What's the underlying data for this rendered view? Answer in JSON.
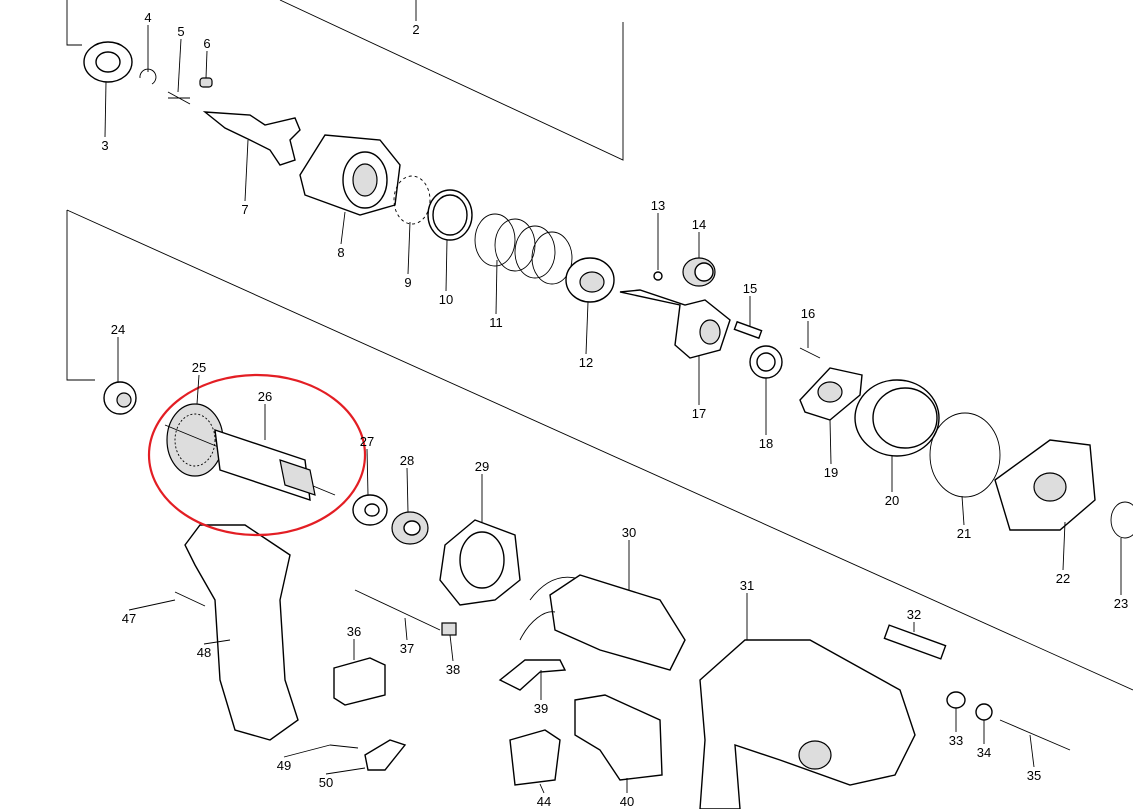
{
  "diagram": {
    "part_numbers": [
      "2",
      "3",
      "4",
      "5",
      "6",
      "7",
      "8",
      "9",
      "10",
      "11",
      "12",
      "13",
      "14",
      "15",
      "16",
      "17",
      "18",
      "19",
      "20",
      "21",
      "22",
      "23",
      "24",
      "25",
      "26",
      "27",
      "28",
      "29",
      "30",
      "31",
      "32",
      "33",
      "34",
      "35",
      "36",
      "37",
      "38",
      "39",
      "40",
      "44",
      "47",
      "48",
      "49",
      "50"
    ],
    "highlight": {
      "color": "#e31e24",
      "encircled_parts": [
        "25",
        "26"
      ]
    }
  }
}
